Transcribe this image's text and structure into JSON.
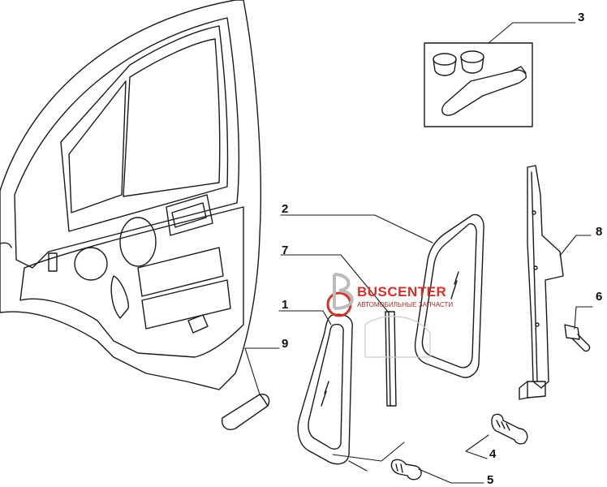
{
  "labels": [
    "1",
    "2",
    "3",
    "4",
    "5",
    "6",
    "7",
    "8",
    "9"
  ],
  "watermark": {
    "brand": "BUSCENTER",
    "tagline": "АВТОМОБИЛЬНЫЕ ЗАПЧАСТИ",
    "brand_color": "#d6302a"
  },
  "colors": {
    "line": "#1a1a1a",
    "background": "#ffffff"
  }
}
